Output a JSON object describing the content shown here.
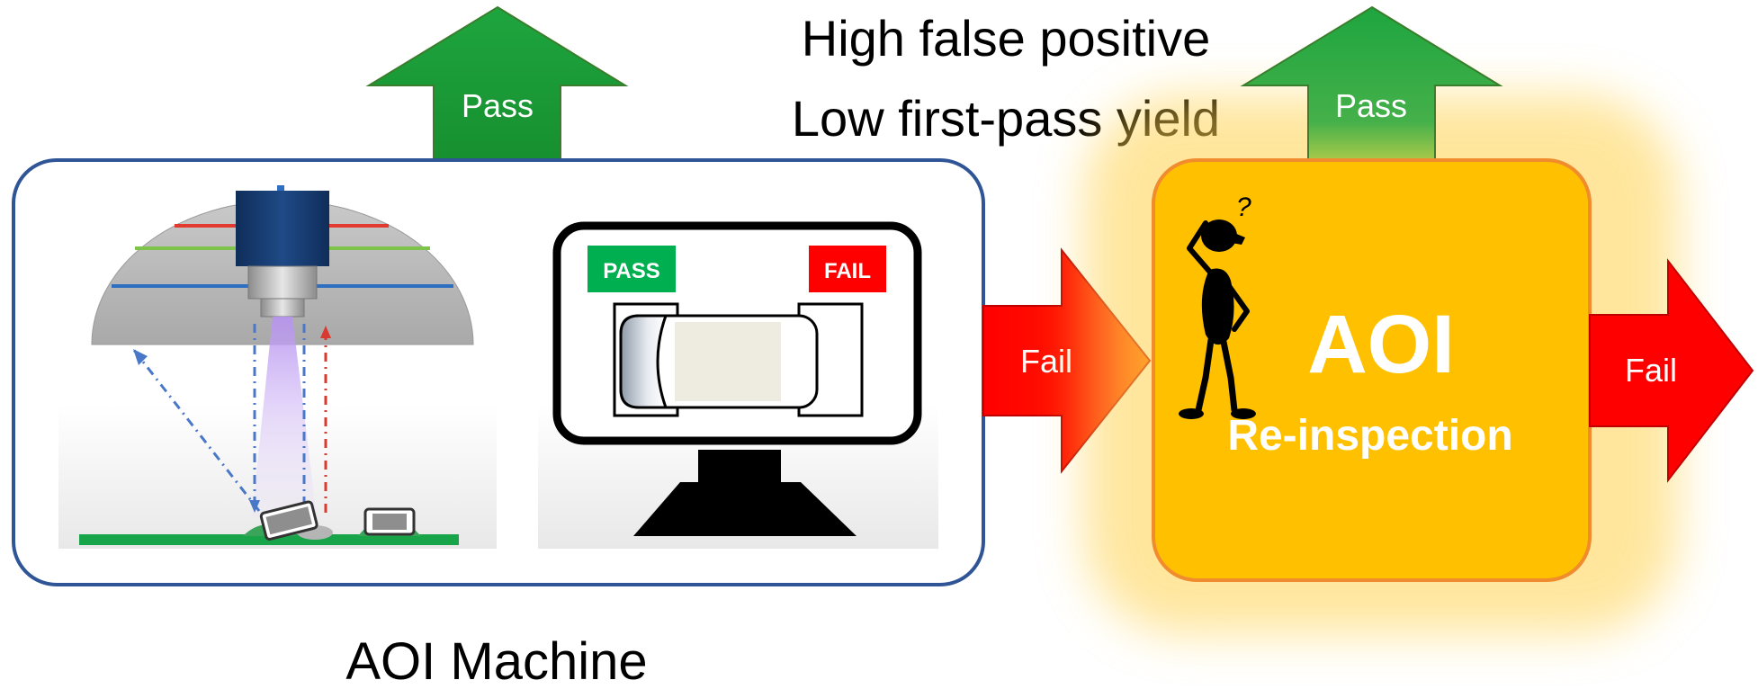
{
  "diagram": {
    "header": {
      "line1": "High false positive",
      "line2": "Low first-pass yield"
    },
    "machine": {
      "caption": "AOI Machine",
      "monitor": {
        "pass_label": "PASS",
        "fail_label": "FAIL"
      }
    },
    "arrows": {
      "pass_left": "Pass",
      "pass_right": "Pass",
      "fail_mid": "Fail",
      "fail_right": "Fail"
    },
    "reinspection": {
      "title": "AOI",
      "subtitle": "Re-inspection",
      "figure_mark": "?"
    },
    "colors": {
      "pass_green": "#1f9b3a",
      "fail_red": "#ff0000",
      "box_orange": "#ffc000",
      "border_blue": "#2f5597",
      "monitor_pass": "#00b050",
      "monitor_fail": "#ff0000"
    }
  }
}
